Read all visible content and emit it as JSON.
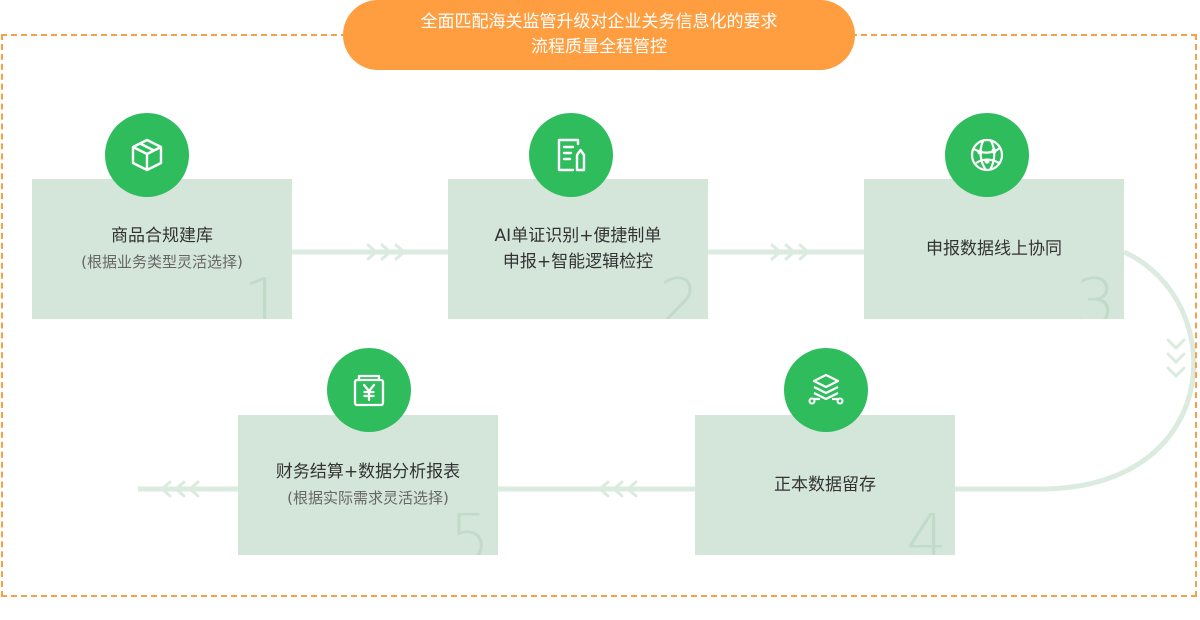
{
  "header": {
    "line1": "全面匹配海关监管升级对企业关务信息化的要求",
    "line2": "流程质量全程管控"
  },
  "steps": [
    {
      "number": "1",
      "title": "商品合规建库",
      "subtitle": "(根据业务类型灵活选择)",
      "icon": "cube-icon"
    },
    {
      "number": "2",
      "title": "AI单证识别+便捷制单",
      "title2": "申报+智能逻辑检控",
      "icon": "document-edit-icon"
    },
    {
      "number": "3",
      "title": "申报数据线上协同",
      "icon": "globe-network-icon"
    },
    {
      "number": "4",
      "title": "正本数据留存",
      "icon": "layers-stack-icon"
    },
    {
      "number": "5",
      "title": "财务结算+数据分析报表",
      "subtitle": "(根据实际需求灵活选择)",
      "icon": "wallet-yen-icon"
    }
  ],
  "colors": {
    "accent_orange": "#ff9e40",
    "frame_dashed": "#f7a045",
    "icon_green": "#2fbc5d",
    "box_fill": "#d4e5da",
    "connector": "#dcebe0"
  }
}
